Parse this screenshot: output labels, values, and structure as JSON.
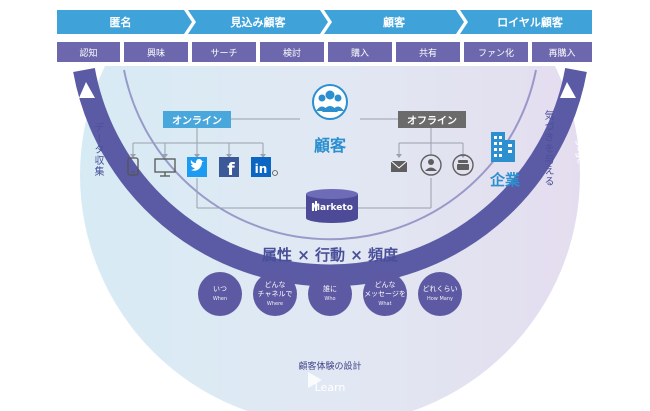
{
  "stages": [
    "匿名",
    "見込み顧客",
    "顧客",
    "ロイヤル顧客"
  ],
  "steps": [
    "認知",
    "興味",
    "サーチ",
    "検討",
    "購入",
    "共有",
    "ファン化",
    "再購入"
  ],
  "center": {
    "customer_label": "顧客",
    "online_label": "オンライン",
    "offline_label": "オフライン",
    "company_label": "企業",
    "platform_label": "Marketo",
    "attributes_title": "属性 × 行動 × 頻度"
  },
  "questions": [
    {
      "jp": "いつ",
      "en": "When"
    },
    {
      "jp": "どんな\nチャネルで",
      "en": "Where"
    },
    {
      "jp": "誰に",
      "en": "Who"
    },
    {
      "jp": "どんな\nメッセージを",
      "en": "What"
    },
    {
      "jp": "どれくらい",
      "en": "How Many"
    }
  ],
  "cycle": {
    "listen": "Listen",
    "engage": "Engage",
    "learn": "Learn",
    "data_collection": "データ収集",
    "awareness": "気づきを与える",
    "design_label": "顧客体験の設計"
  },
  "icons": {
    "online": [
      "mobile-icon",
      "monitor-icon",
      "twitter-icon",
      "facebook-icon",
      "linkedin-icon"
    ],
    "offline": [
      "mail-icon",
      "person-icon",
      "phone-icon"
    ],
    "customer": "people-group-icon",
    "company": "building-icon",
    "platform": "database-icon"
  },
  "colors": {
    "stage_bar": "#3fa3da",
    "step_pill": "#6d67ad",
    "ring": "#5b5aa4",
    "online": "#4aa7dc",
    "offline": "#6b6b6b",
    "accent_text": "#2b8fd0"
  }
}
